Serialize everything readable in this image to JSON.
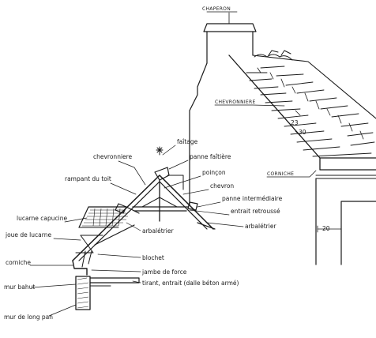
{
  "labels": {
    "chaperon": "CHAPERON",
    "chevronniere_right": "CHEVRONNIERE",
    "corniche_right": "CORNICHE",
    "dim_20": "20",
    "slope_a": "23",
    "slope_b": "30",
    "chevronniere": "chevronniere",
    "faitage": "faîtage",
    "panne_faitiere": "panne faîtière",
    "rampant_du_toit": "rampant du toit",
    "poincon": "poinçon",
    "chevron": "chevron",
    "panne_intermediaire": "panne intermédiaire",
    "entrait_retrousse": "entrait retroussé",
    "lucarne_capucine": "lucarne capucine",
    "arbaletrier_left": "arbalétrier",
    "arbaletrier_right": "arbalétrier",
    "joue_de_lucarne": "joue de lucarne",
    "blochet": "blochet",
    "corniche": "corniche",
    "jambe_de_force": "jambe de force",
    "mur_bahut": "mur bahut",
    "tirant_entrait": "tirant, entrait (dalle béton armé)",
    "mur_de_long_pan": "mur de long pan"
  }
}
